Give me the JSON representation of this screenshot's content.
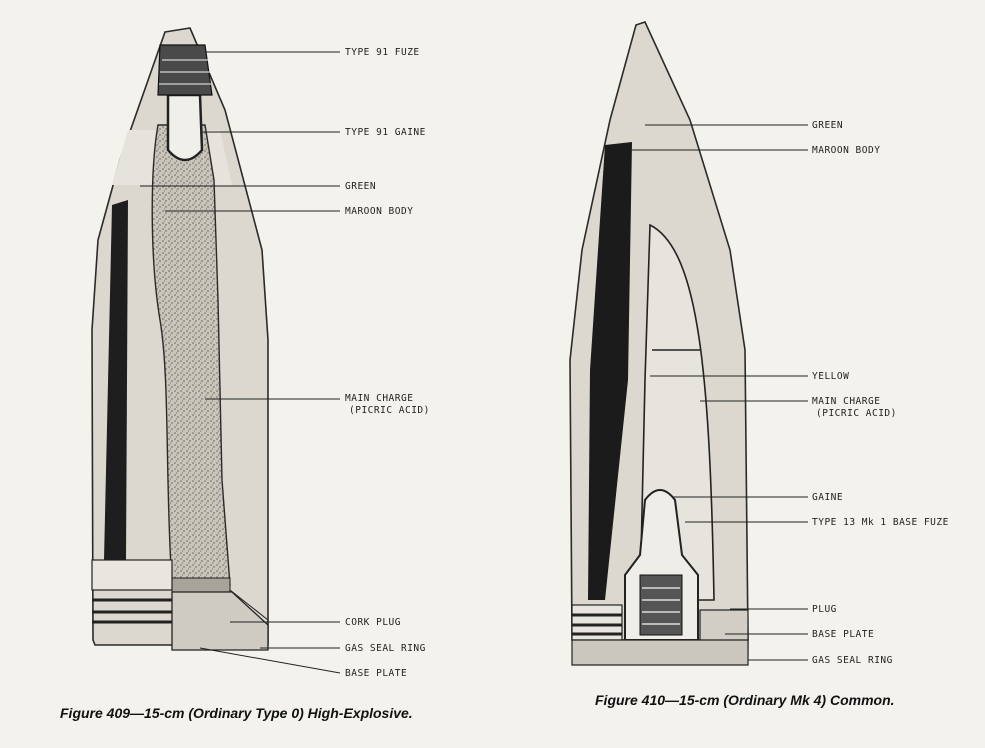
{
  "figure_409": {
    "caption": "Figure 409—15-cm (Ordinary Type 0) High-Explosive.",
    "labels": {
      "fuze": "TYPE 91 FUZE",
      "gaine": "TYPE 91 GAINE",
      "green": "GREEN",
      "maroon": "MAROON BODY",
      "charge_1": "MAIN CHARGE",
      "charge_2": "(PICRIC ACID)",
      "cork": "CORK PLUG",
      "gas_seal": "GAS SEAL RING",
      "base_plate": "BASE PLATE"
    }
  },
  "figure_410": {
    "caption": "Figure 410—15-cm (Ordinary Mk 4) Common.",
    "labels": {
      "green": "GREEN",
      "maroon": "MAROON BODY",
      "yellow": "YELLOW",
      "charge_1": "MAIN CHARGE",
      "charge_2": "(PICRIC ACID)",
      "gaine": "GAINE",
      "base_fuze": "TYPE 13 Mk 1 BASE FUZE",
      "plug": "PLUG",
      "base_plate": "BASE PLATE",
      "gas_seal": "GAS SEAL RING"
    }
  }
}
